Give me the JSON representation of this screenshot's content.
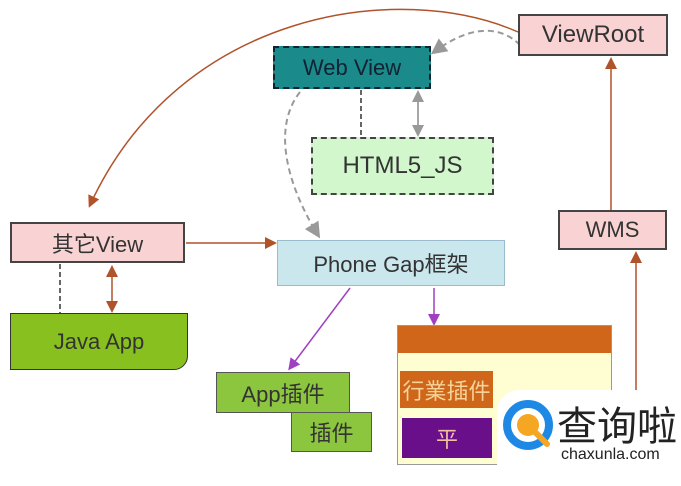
{
  "nodes": {
    "view_root": "ViewRoot",
    "web_view": "Web View",
    "html5_js": "HTML5_JS",
    "other_view": "其它View",
    "phonegap": "Phone Gap框架",
    "wms": "WMS",
    "java_app": "Java App",
    "app_plugin": "App插件",
    "plugin": "插件",
    "industry_plugin": "行業插件",
    "platform_plugin": "平"
  },
  "watermark": {
    "brand": "查询啦",
    "domain": "chaxunla.com"
  },
  "colors": {
    "brown": "#b0522a",
    "purple": "#a040c0",
    "teal": "#1a8a8a",
    "orange": "#d0661a"
  }
}
